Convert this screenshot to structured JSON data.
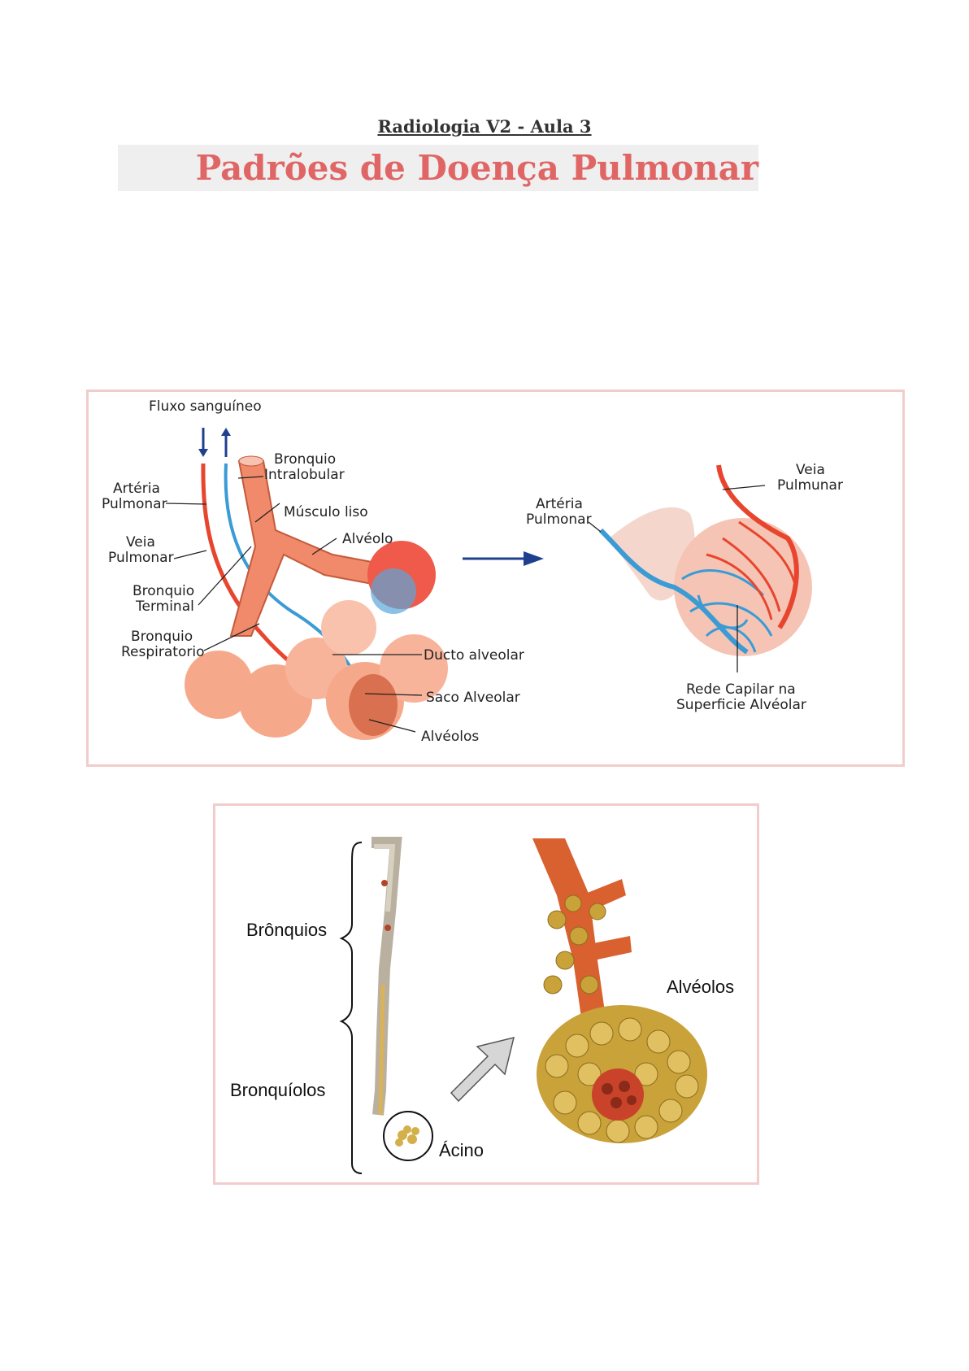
{
  "header": {
    "subtitle": "Radiologia V2 - Aula 3",
    "title": "Padrões de Doença Pulmonar"
  },
  "figure1": {
    "labels": {
      "flow": "Fluxo sanguíneo",
      "bronquio_intralobular_1": "Bronquio",
      "bronquio_intralobular_2": "Intralobular",
      "arteria_1": "Artéria",
      "arteria_2": "Pulmonar",
      "musculo": "Músculo liso",
      "veia_1": "Veia",
      "veia_2": "Pulmonar",
      "alveolo": "Alvéolo",
      "terminal_1": "Bronquio",
      "terminal_2": "Terminal",
      "respiratorio_1": "Bronquio",
      "respiratorio_2": "Respiratorio",
      "ducto": "Ducto alveolar",
      "saco": "Saco Alveolar",
      "alveolos": "Alvéolos",
      "right_arteria_1": "Artéria",
      "right_arteria_2": "Pulmonar",
      "right_veia_1": "Veia",
      "right_veia_2": "Pulmunar",
      "rede_1": "Rede Capilar na",
      "rede_2": "Superficie Alvéolar"
    }
  },
  "figure2": {
    "labels": {
      "bronquios": "Brônquios",
      "bronquiolos": "Bronquíolos",
      "acino": "Ácino",
      "alveolos": "Alvéolos"
    }
  },
  "colors": {
    "title": "#e06666",
    "border": "#f2cccc",
    "artery": "#e8452e",
    "vein": "#3a9bd5",
    "alveoli": "#f6a98a",
    "acinus_gold": "#c9a23a"
  }
}
